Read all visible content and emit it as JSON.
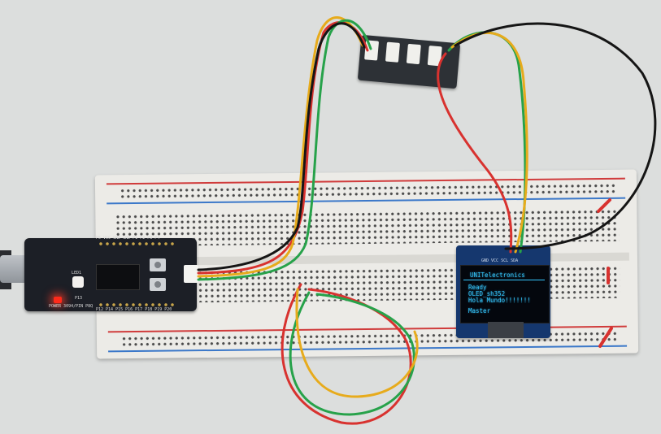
{
  "colors": {
    "wire_red": "#d8322f",
    "wire_yellow": "#e7ab1c",
    "wire_green": "#27a24a",
    "wire_black": "#151515",
    "oled_text": "#35c8ff"
  },
  "oled": {
    "header": "UNITelectronics",
    "lines": [
      "Ready",
      "OLED_sh352",
      "Hola Mundo!!!!!!!",
      "Master"
    ],
    "pin_labels": "GND VCC SCL SDA"
  },
  "mcu": {
    "led_label": "LED1",
    "pin_label": "P13",
    "top_silk": "P5 VCC GND GND P1 P2 P3 P4",
    "bottom_silk": "P12 P14 P15 P16 P17 P18 P19 P20",
    "vendor_silk": "POWER 3094/PIN P8Q"
  }
}
